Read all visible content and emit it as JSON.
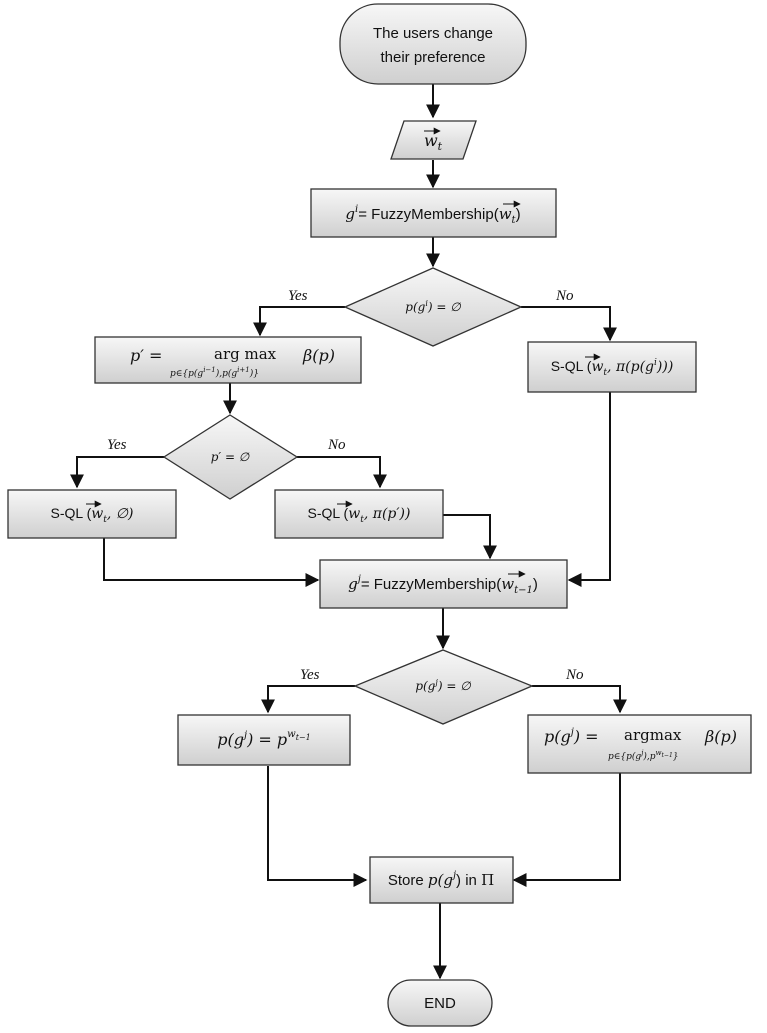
{
  "nodes": {
    "start": {
      "line1": "The users change",
      "line2": "their preference"
    },
    "input": {
      "var": "w",
      "sub": "t"
    },
    "fm1": {
      "g": "g",
      "sup": "i",
      "text": "= FuzzyMembership(",
      "w": "w",
      "sub": "t",
      "close": ")"
    },
    "dec1": {
      "text": "p(g",
      "sup": "i",
      "tail": ") = ∅"
    },
    "argmax1": {
      "lhs": "p′ =",
      "op": "arg max",
      "fn": "β(p)",
      "sub": "p∈{p(g",
      "sub_sup1": "i−1",
      "sub_mid": "),p(g",
      "sub_sup2": "i+1",
      "sub_end": ")}"
    },
    "sql_right": {
      "text": "S-QL (",
      "w": "w",
      "sub": "t",
      "tail": ", π(p(g",
      "sup": "i",
      "end": ")))"
    },
    "dec2": {
      "text": "p′ = ∅"
    },
    "sql_empty": {
      "text": "S-QL (",
      "w": "w",
      "sub": "t",
      "tail": ", ∅)"
    },
    "sql_pprime": {
      "text": "S-QL (",
      "w": "w",
      "sub": "t",
      "tail": ", π(p′))"
    },
    "fm2": {
      "g": "g",
      "sup": "j",
      "text": "= FuzzyMembership(",
      "w": "w",
      "sub": "t−1",
      "close": ")"
    },
    "dec3": {
      "text": "p(g",
      "sup": "j",
      "tail": ") = ∅"
    },
    "assign_left": {
      "lhs": "p(g",
      "sup": "j",
      "mid": ") = p",
      "w": "w",
      "wsub": "t−1"
    },
    "argmax2": {
      "lhs": "p(g",
      "sup": "j",
      "mid": ") =",
      "op": "argmax",
      "fn": "β(p)",
      "sub": "p∈{p(g",
      "sub_sup1": "j",
      "sub_mid": "),p",
      "sub_w": "w",
      "sub_wsub": "t−1",
      "sub_end": "}"
    },
    "store": {
      "text": "Store ",
      "p": "p(g",
      "sup": "j",
      "mid": ") in ",
      "pi": "Π"
    },
    "end": {
      "label": "END"
    }
  },
  "edges": {
    "yes1": "Yes",
    "no1": "No",
    "yes2": "Yes",
    "no2": "No",
    "yes3": "Yes",
    "no3": "No"
  }
}
